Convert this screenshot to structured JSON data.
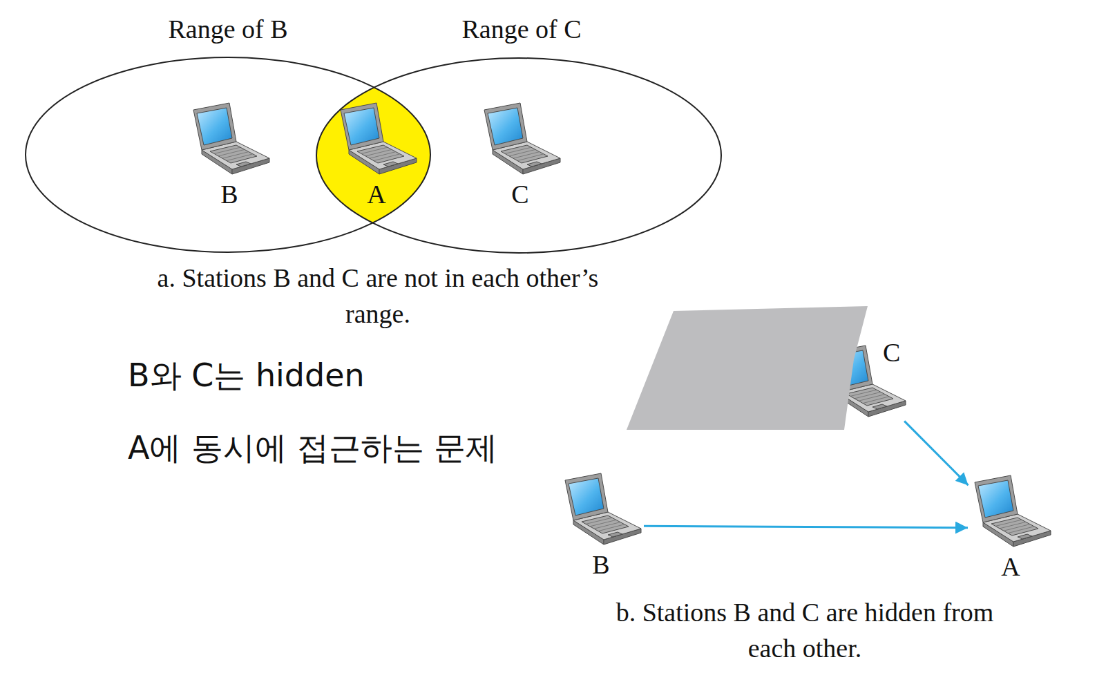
{
  "diagram": {
    "nodes": [
      {
        "text": [
          "Range of B"
        ]
      },
      {
        "text": [
          "Range of C"
        ]
      },
      {
        "text": [
          "B"
        ],
        "in": 0
      },
      {
        "text": [
          "A"
        ],
        "in": 0
      },
      {
        "text": [
          "C"
        ],
        "in": 1
      },
      {
        "text": [
          "C"
        ]
      },
      {
        "text": [
          "B"
        ]
      },
      {
        "text": [
          "A"
        ]
      }
    ],
    "edges": [
      {
        "from": 5,
        "to": 7,
        "arrow": "to"
      },
      {
        "from": 6,
        "to": 7,
        "arrow": "to"
      }
    ],
    "labels": [
      "a. Stations B and C are not in each other’s range.",
      "B와 C는 hidden",
      "A에 동시에 접근하는 문제",
      "b. Stations B and C are hidden from each other."
    ]
  }
}
